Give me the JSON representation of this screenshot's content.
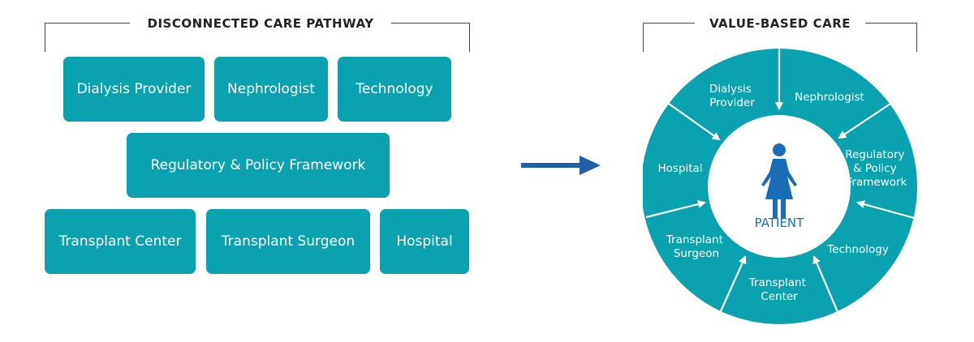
{
  "left": {
    "title": "DISCONNECTED CARE PATHWAY",
    "boxes": {
      "dialysis_provider": "Dialysis Provider",
      "nephrologist": "Nephrologist",
      "technology": "Technology",
      "regulatory": "Regulatory & Policy Framework",
      "transplant_center": "Transplant Center",
      "transplant_surgeon": "Transplant Surgeon",
      "hospital": "Hospital"
    }
  },
  "right": {
    "title": "VALUE-BASED CARE",
    "center_label": "PATIENT",
    "segments": {
      "dialysis_provider": [
        "Dialysis",
        "Provider"
      ],
      "nephrologist": [
        "Nephrologist"
      ],
      "regulatory": [
        "Regulatory",
        "& Policy",
        "Framework"
      ],
      "technology": [
        "Technology"
      ],
      "transplant_center": [
        "Transplant",
        "Center"
      ],
      "transplant_surgeon": [
        "Transplant",
        "Surgeon"
      ],
      "hospital": [
        "Hospital"
      ]
    }
  },
  "colors": {
    "teal": "#0aa2b0",
    "arrow_blue": "#1f5fa8",
    "patient_icon": "#1a6db5"
  }
}
